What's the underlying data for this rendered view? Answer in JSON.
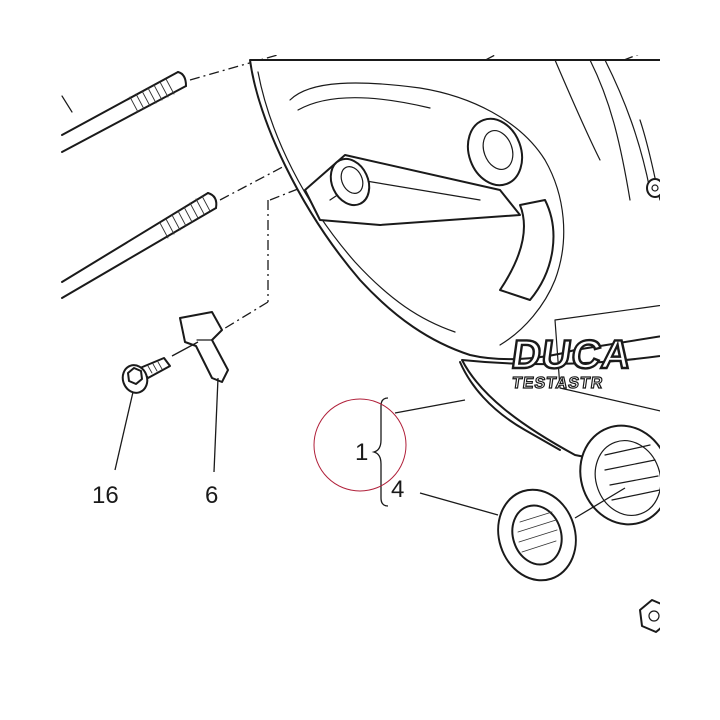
{
  "diagram": {
    "callouts": [
      {
        "id": "16",
        "label": "16"
      },
      {
        "id": "6",
        "label": "6"
      },
      {
        "id": "1",
        "label": "1"
      },
      {
        "id": "4",
        "label": "4"
      }
    ],
    "branding": {
      "logo_text": "DUCA",
      "sub_text": "TESTASTR"
    },
    "highlight_color": "#b0203a"
  }
}
